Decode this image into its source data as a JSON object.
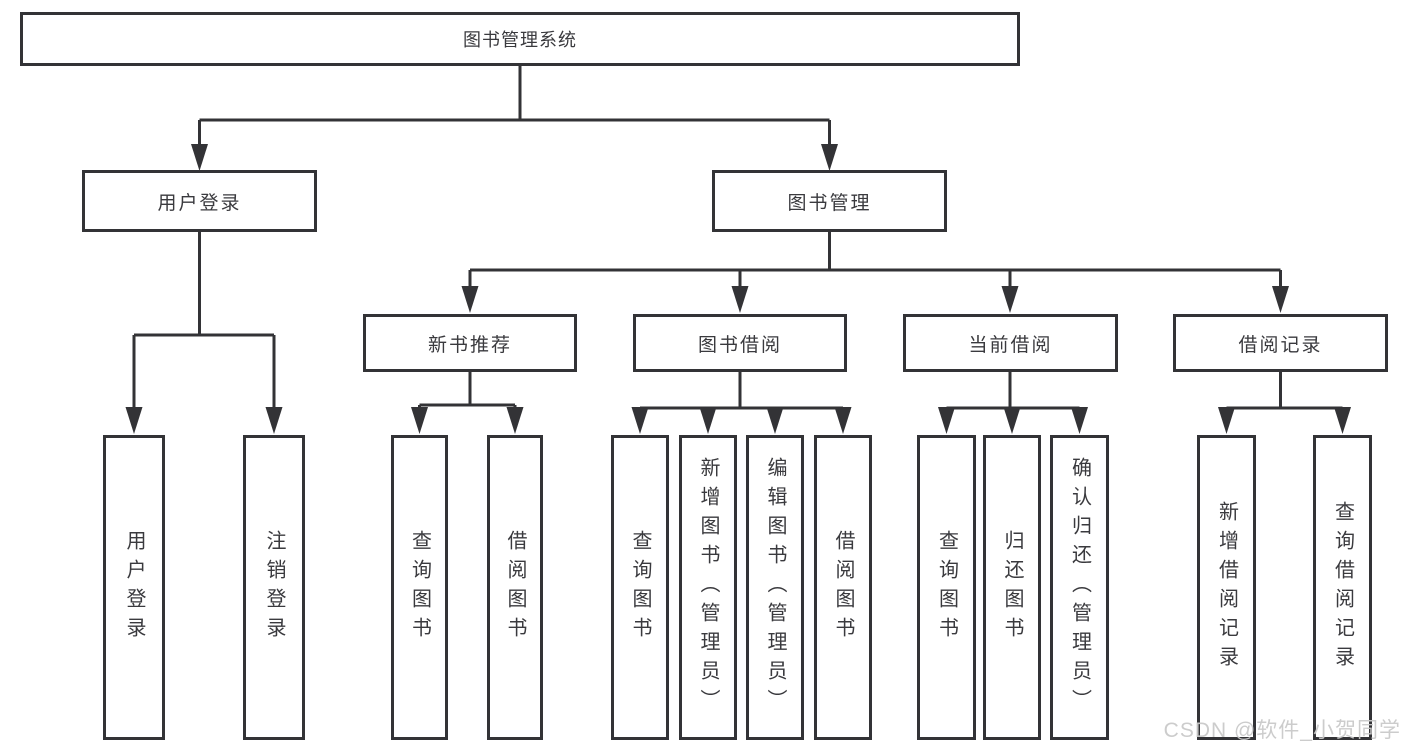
{
  "tree": {
    "label": "图书管理系统",
    "children": [
      {
        "label": "用户登录",
        "children": [
          {
            "label": "用户登录"
          },
          {
            "label": "注销登录"
          }
        ]
      },
      {
        "label": "图书管理",
        "children": [
          {
            "label": "新书推荐",
            "children": [
              {
                "label": "查询图书"
              },
              {
                "label": "借阅图书"
              }
            ]
          },
          {
            "label": "图书借阅",
            "children": [
              {
                "label": "查询图书"
              },
              {
                "label": "新增图书（管理员）"
              },
              {
                "label": "编辑图书（管理员）"
              },
              {
                "label": "借阅图书"
              }
            ]
          },
          {
            "label": "当前借阅",
            "children": [
              {
                "label": "查询图书"
              },
              {
                "label": "归还图书"
              },
              {
                "label": "确认归还（管理员）"
              }
            ]
          },
          {
            "label": "借阅记录",
            "children": [
              {
                "label": "新增借阅记录"
              },
              {
                "label": "查询借阅记录"
              }
            ]
          }
        ]
      }
    ]
  },
  "watermark": "CSDN @软件_小贺同学",
  "colors": {
    "line": "#333336",
    "text": "#3a3a3e",
    "background": "#ffffff",
    "watermark": "#c9c9c9"
  }
}
